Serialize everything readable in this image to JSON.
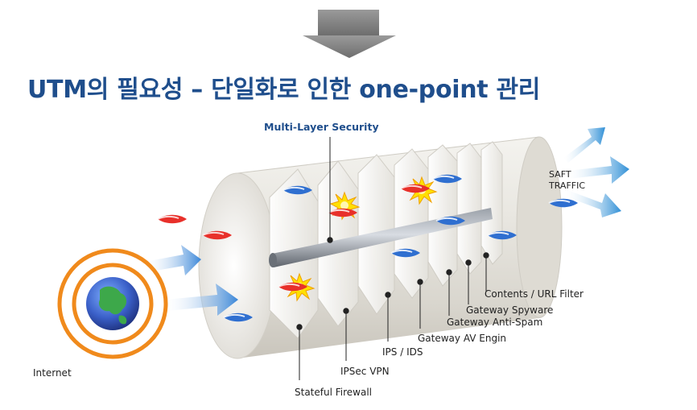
{
  "title": "UTM의 필요성 – 단일화로 인한 one-point 관리",
  "top_label": "Multi-Layer Security",
  "output_label_line1": "SAFT",
  "output_label_line2": "TRAFFIC",
  "source_label": "Internet",
  "layers": [
    "Stateful Firewall",
    "IPSec VPN",
    "IPS / IDS",
    "Gateway AV Engin",
    "Gateway Anti-Spam",
    "Gateway Spyware",
    "Contents / URL Filter"
  ],
  "colors": {
    "title": "#1f4e8c",
    "arrow_blue": "#3a86d8",
    "threat_red": "#e8302a",
    "ring_orange": "#f08a1c",
    "cylinder": "#e6e3dc"
  },
  "icons": [
    "down-arrow-icon",
    "globe-icon",
    "burst-icon",
    "blue-arrow-icon",
    "red-arrow-icon"
  ]
}
